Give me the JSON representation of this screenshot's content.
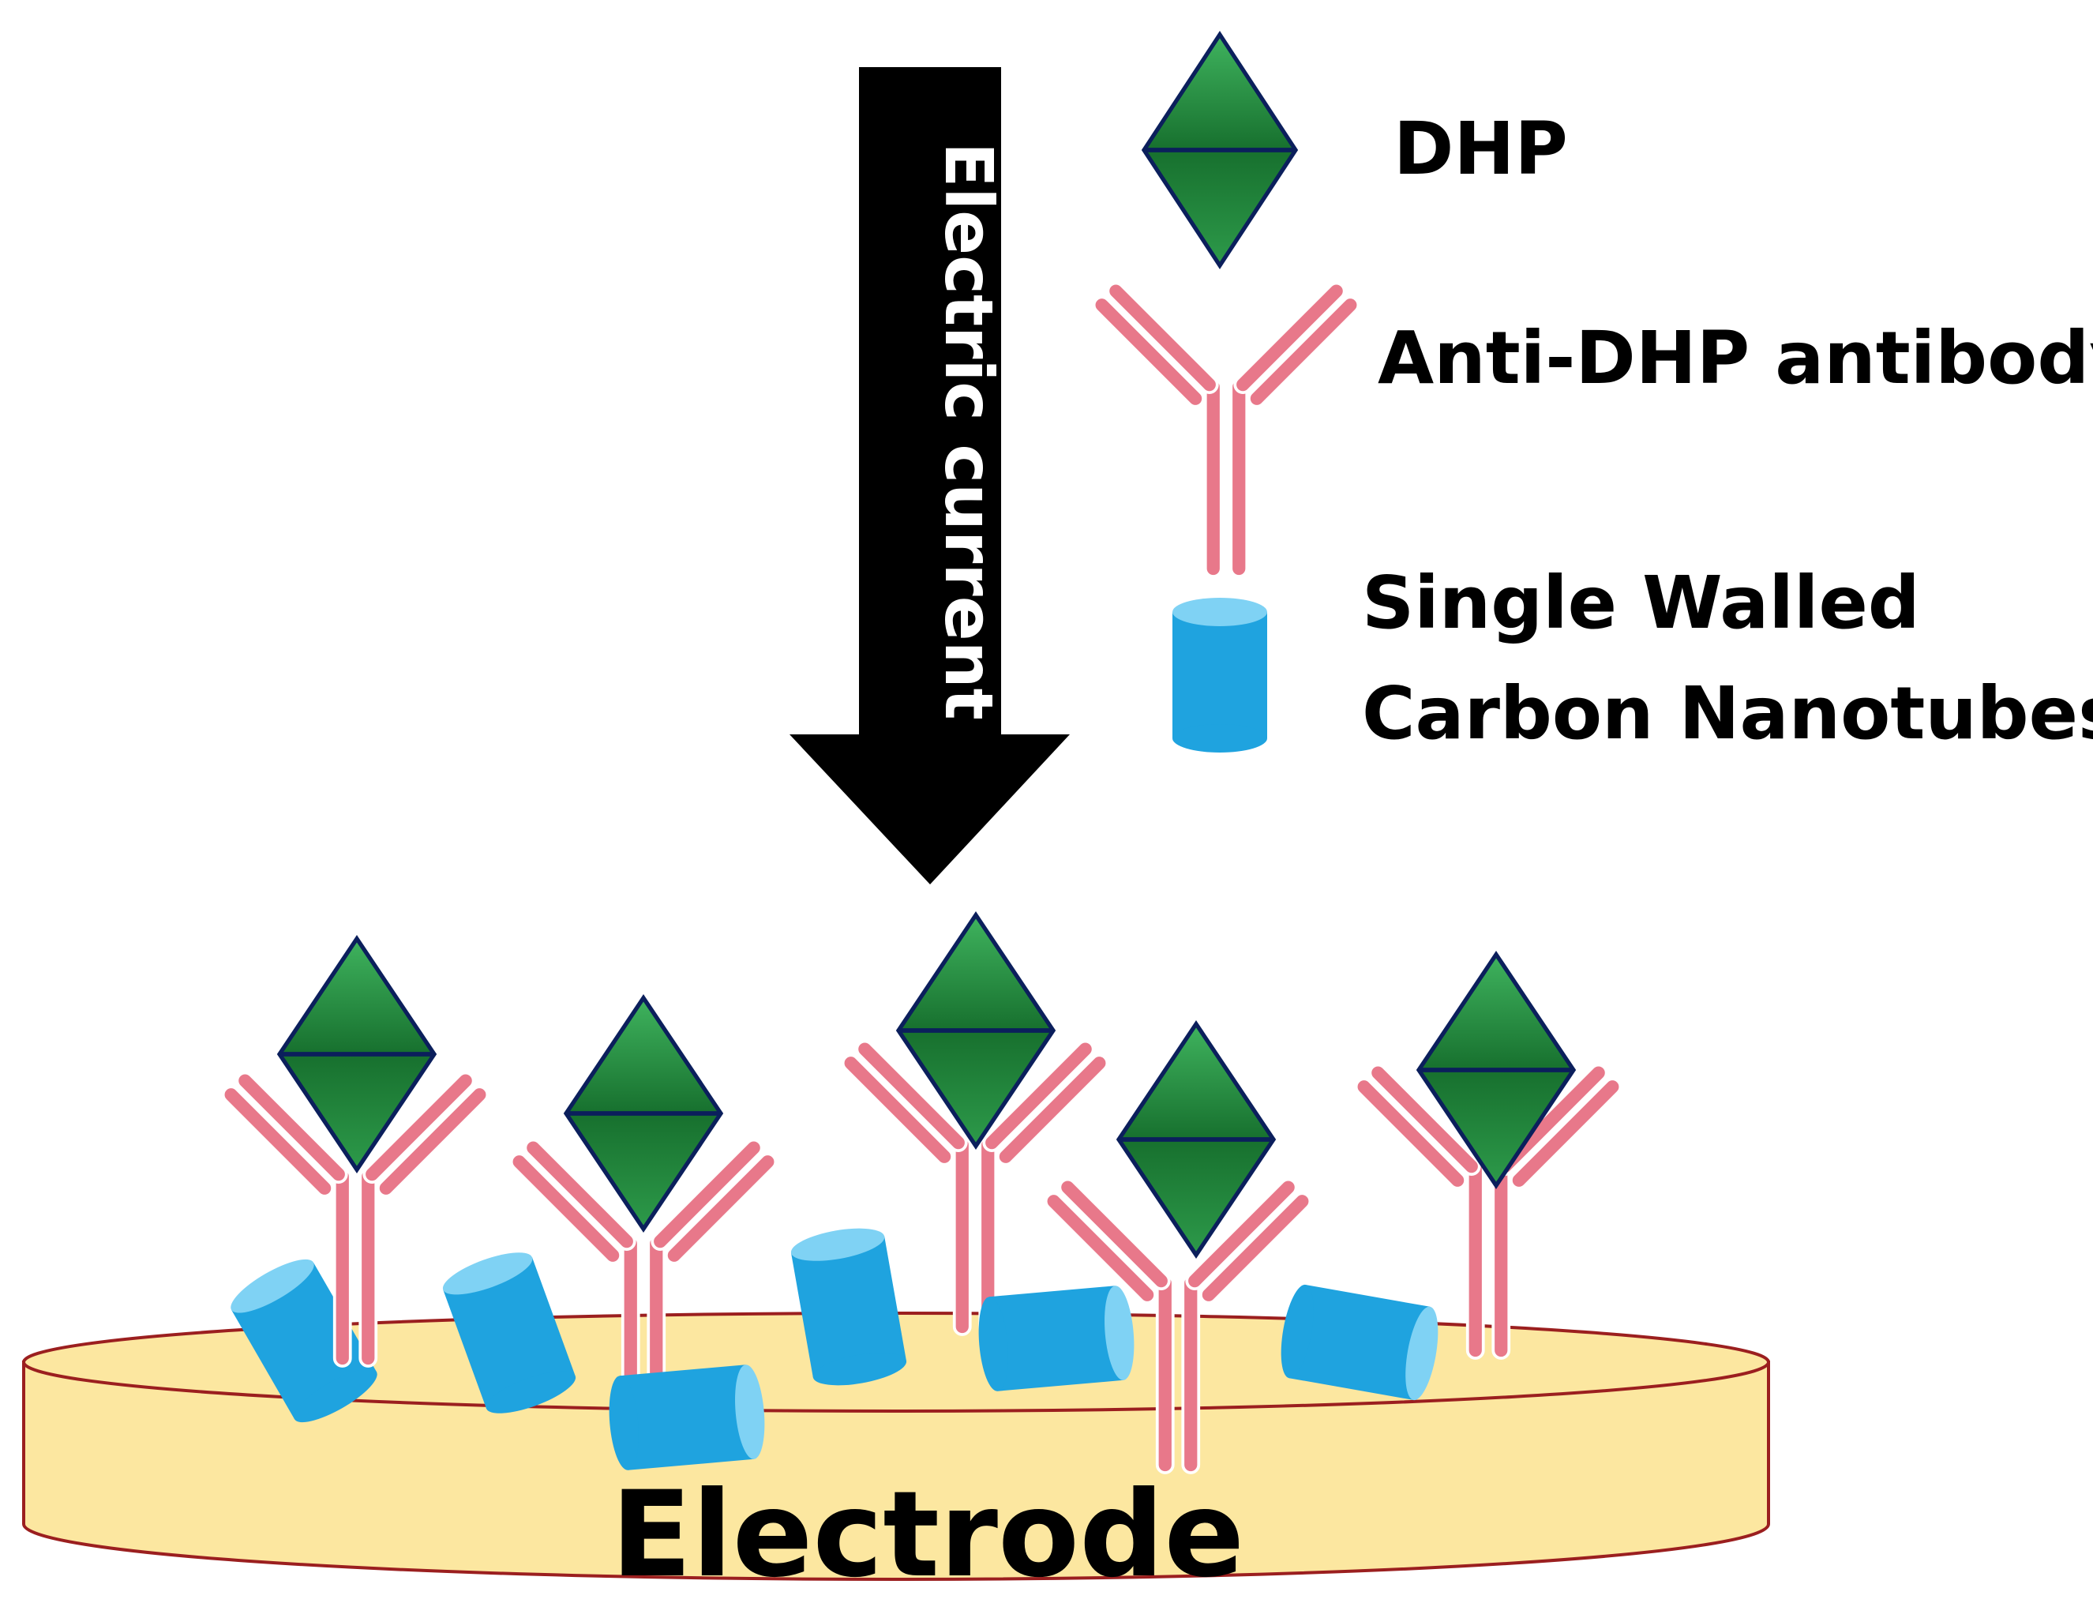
{
  "labels": {
    "arrow": "Electric current",
    "electrode": "Electrode"
  },
  "legend": {
    "dhp": "DHP",
    "antibody": "Anti-DHP antibody",
    "nanotube_line1": "Single Walled",
    "nanotube_line2": "Carbon Nanotubes"
  },
  "icons": {
    "dhp": "green-diamond",
    "antibody": "y-shaped-antibody",
    "nanotube": "blue-cylinder",
    "arrow": "down-arrow",
    "electrode": "flat-disc"
  },
  "colors": {
    "dhp_fill": "#1f8a3c",
    "dhp_outline": "#0b1f5c",
    "antibody": "#e8788a",
    "nanotube": "#1fa3df",
    "nanotube_top": "#7fd2f4",
    "electrode": "#fce7a0",
    "electrode_rim": "#9b1f1f",
    "arrow": "#000000"
  }
}
